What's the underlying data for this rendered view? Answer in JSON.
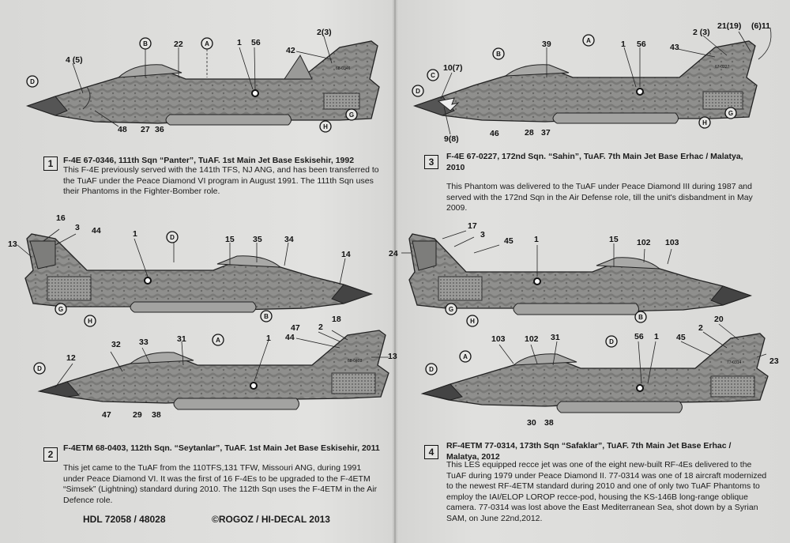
{
  "profiles": [
    {
      "number": "1",
      "heading": "F-4E 67-0346, 111th Sqn “Panter”, TuAF. 1st Main Jet Base Eskisehir, 1992",
      "description": "This F-4E previously served with the 141th TFS, NJ ANG, and has been transferred to the TuAF under the Peace Diamond VI program in August 1991. The 111th Sqn uses their Phantoms in the Fighter-Bomber role.",
      "tail_code": "68-0346",
      "callouts": [
        "4 (5)",
        "22",
        "1",
        "56",
        "2(3)",
        "42",
        "48",
        "27",
        "36"
      ],
      "letter_callouts": [
        "B",
        "A",
        "D",
        "H",
        "G"
      ]
    },
    {
      "number": "2",
      "heading": "F-4ETM 68-0403, 112th Sqn. “Seytanlar”, TuAF. 1st Main Jet Base Eskisehir, 2011",
      "description": "This jet came to the TuAF from the 110TFS,131 TFW, Missouri ANG, during 1991 under Peace Diamond VI. It was the first of 16 F-4Es to be upgraded to the F-4ETM “Simsek” (Lightning) standard during 2010. The 112th Sqn uses the F-4ETM in the Air Defence role.",
      "tail_code": "68-0403",
      "callouts_upper": [
        "16",
        "3",
        "44",
        "13",
        "1",
        "15",
        "35",
        "34",
        "14",
        "47"
      ],
      "callouts_lower": [
        "12",
        "32",
        "33",
        "31",
        "1",
        "44",
        "18",
        "2",
        "13",
        "47",
        "29",
        "38"
      ],
      "letter_callouts": [
        "D",
        "G",
        "H",
        "B",
        "A",
        "D"
      ]
    },
    {
      "number": "3",
      "heading": "F-4E 67-0227, 172nd Sqn. “Sahin”, TuAF. 7th Main Jet Base Erhac / Malatya, 2010",
      "description": "This Phantom was delivered to the TuAF under Peace Diamond III during 1987 and served with the 172nd Sqn in the Air Defense role, till the unit's disbandment in May 2009.",
      "tail_code": "67-0227",
      "callouts": [
        "39",
        "1",
        "56",
        "21(19)",
        "(6)11",
        "2 (3)",
        "43",
        "10(7)",
        "9(8)",
        "46",
        "28",
        "37"
      ],
      "letter_callouts": [
        "A",
        "B",
        "C",
        "D",
        "H",
        "G"
      ]
    },
    {
      "number": "4",
      "heading": "RF-4ETM 77-0314, 173th Sqn “Safaklar”, TuAF. 7th Main Jet Base Erhac / Malatya, 2012",
      "description": "This LES equipped recce jet was one of the eight new-built RF-4Es delivered to the TuAF during 1979 under Peace Diamond II. 77-0314 was one of 18 aircraft modernized to the newest RF-4ETM standard during 2010 and one of only two TuAF Phantoms to employ the IAI/ELOP LOROP recce-pod, housing the KS-146B long-range oblique camera. 77-0314 was lost above the East Mediterranean Sea, shot down by a Syrian SAM, on June 22nd,2012.",
      "tail_code": "77-0314",
      "callouts_upper": [
        "17",
        "3",
        "45",
        "1",
        "15",
        "102",
        "103",
        "24"
      ],
      "callouts_lower": [
        "103",
        "102",
        "31",
        "56",
        "1",
        "45",
        "2",
        "20",
        "23",
        "30",
        "38"
      ],
      "letter_callouts": [
        "G",
        "H",
        "B",
        "D",
        "A",
        "D"
      ]
    }
  ],
  "footer": {
    "left": "HDL 72058 / 48028",
    "right": "©ROGOZ / HI-DECAL 2013"
  }
}
